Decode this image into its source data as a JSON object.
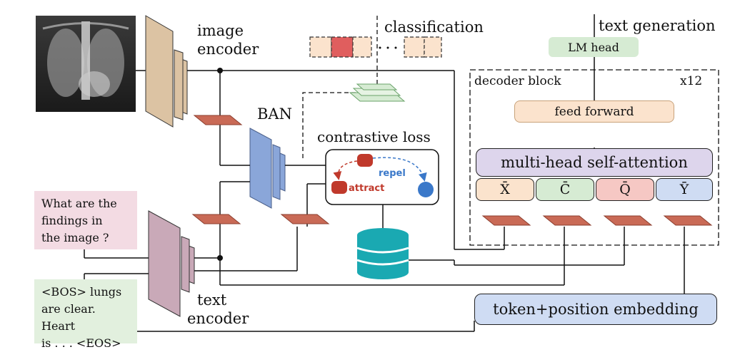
{
  "labels": {
    "image_encoder": [
      "image",
      "encoder"
    ],
    "text_encoder": [
      "text",
      "encoder"
    ],
    "ban": "BAN",
    "classification": "classification",
    "text_generation": "text generation",
    "contrastive_loss": "contrastive loss",
    "repel": "repel",
    "attract": "attract",
    "decoder_block": "decoder block",
    "repeat": "x12"
  },
  "question_box": {
    "lines": [
      "What are the",
      "findings in",
      "the image ?"
    ]
  },
  "report_box": {
    "lines": [
      "<BOS> lungs",
      "are clear. Heart",
      "is . . . <EOS>"
    ]
  },
  "decoder": {
    "lm_head": "LM head",
    "feed_forward": "feed forward",
    "attention": "multi-head self-attention",
    "inputs": [
      "X̄",
      "C̄",
      "Q̄",
      "Ȳ"
    ]
  },
  "embedding": "token+position embedding",
  "colors": {
    "encoder_image": "#dcc3a3",
    "encoder_text": "#c9a9b8",
    "ban": "#8aa6d9",
    "projection": "#c96a56",
    "database": "#1aa9b2",
    "lm_head": "#d6ebd3",
    "feed_forward": "#fbe3cd",
    "attention": "#ddd5ec",
    "input_x": "#fbe3cd",
    "input_c": "#d6ebd3",
    "input_q": "#f6c8c4",
    "input_y": "#cfdcf3",
    "embedding": "#cfdcf3",
    "attract": "#c0392b",
    "repel": "#3a78c9"
  },
  "icons": {
    "xray": "chest-xray-image",
    "database": "database-icon",
    "classifier": "classifier-stack-icon"
  }
}
